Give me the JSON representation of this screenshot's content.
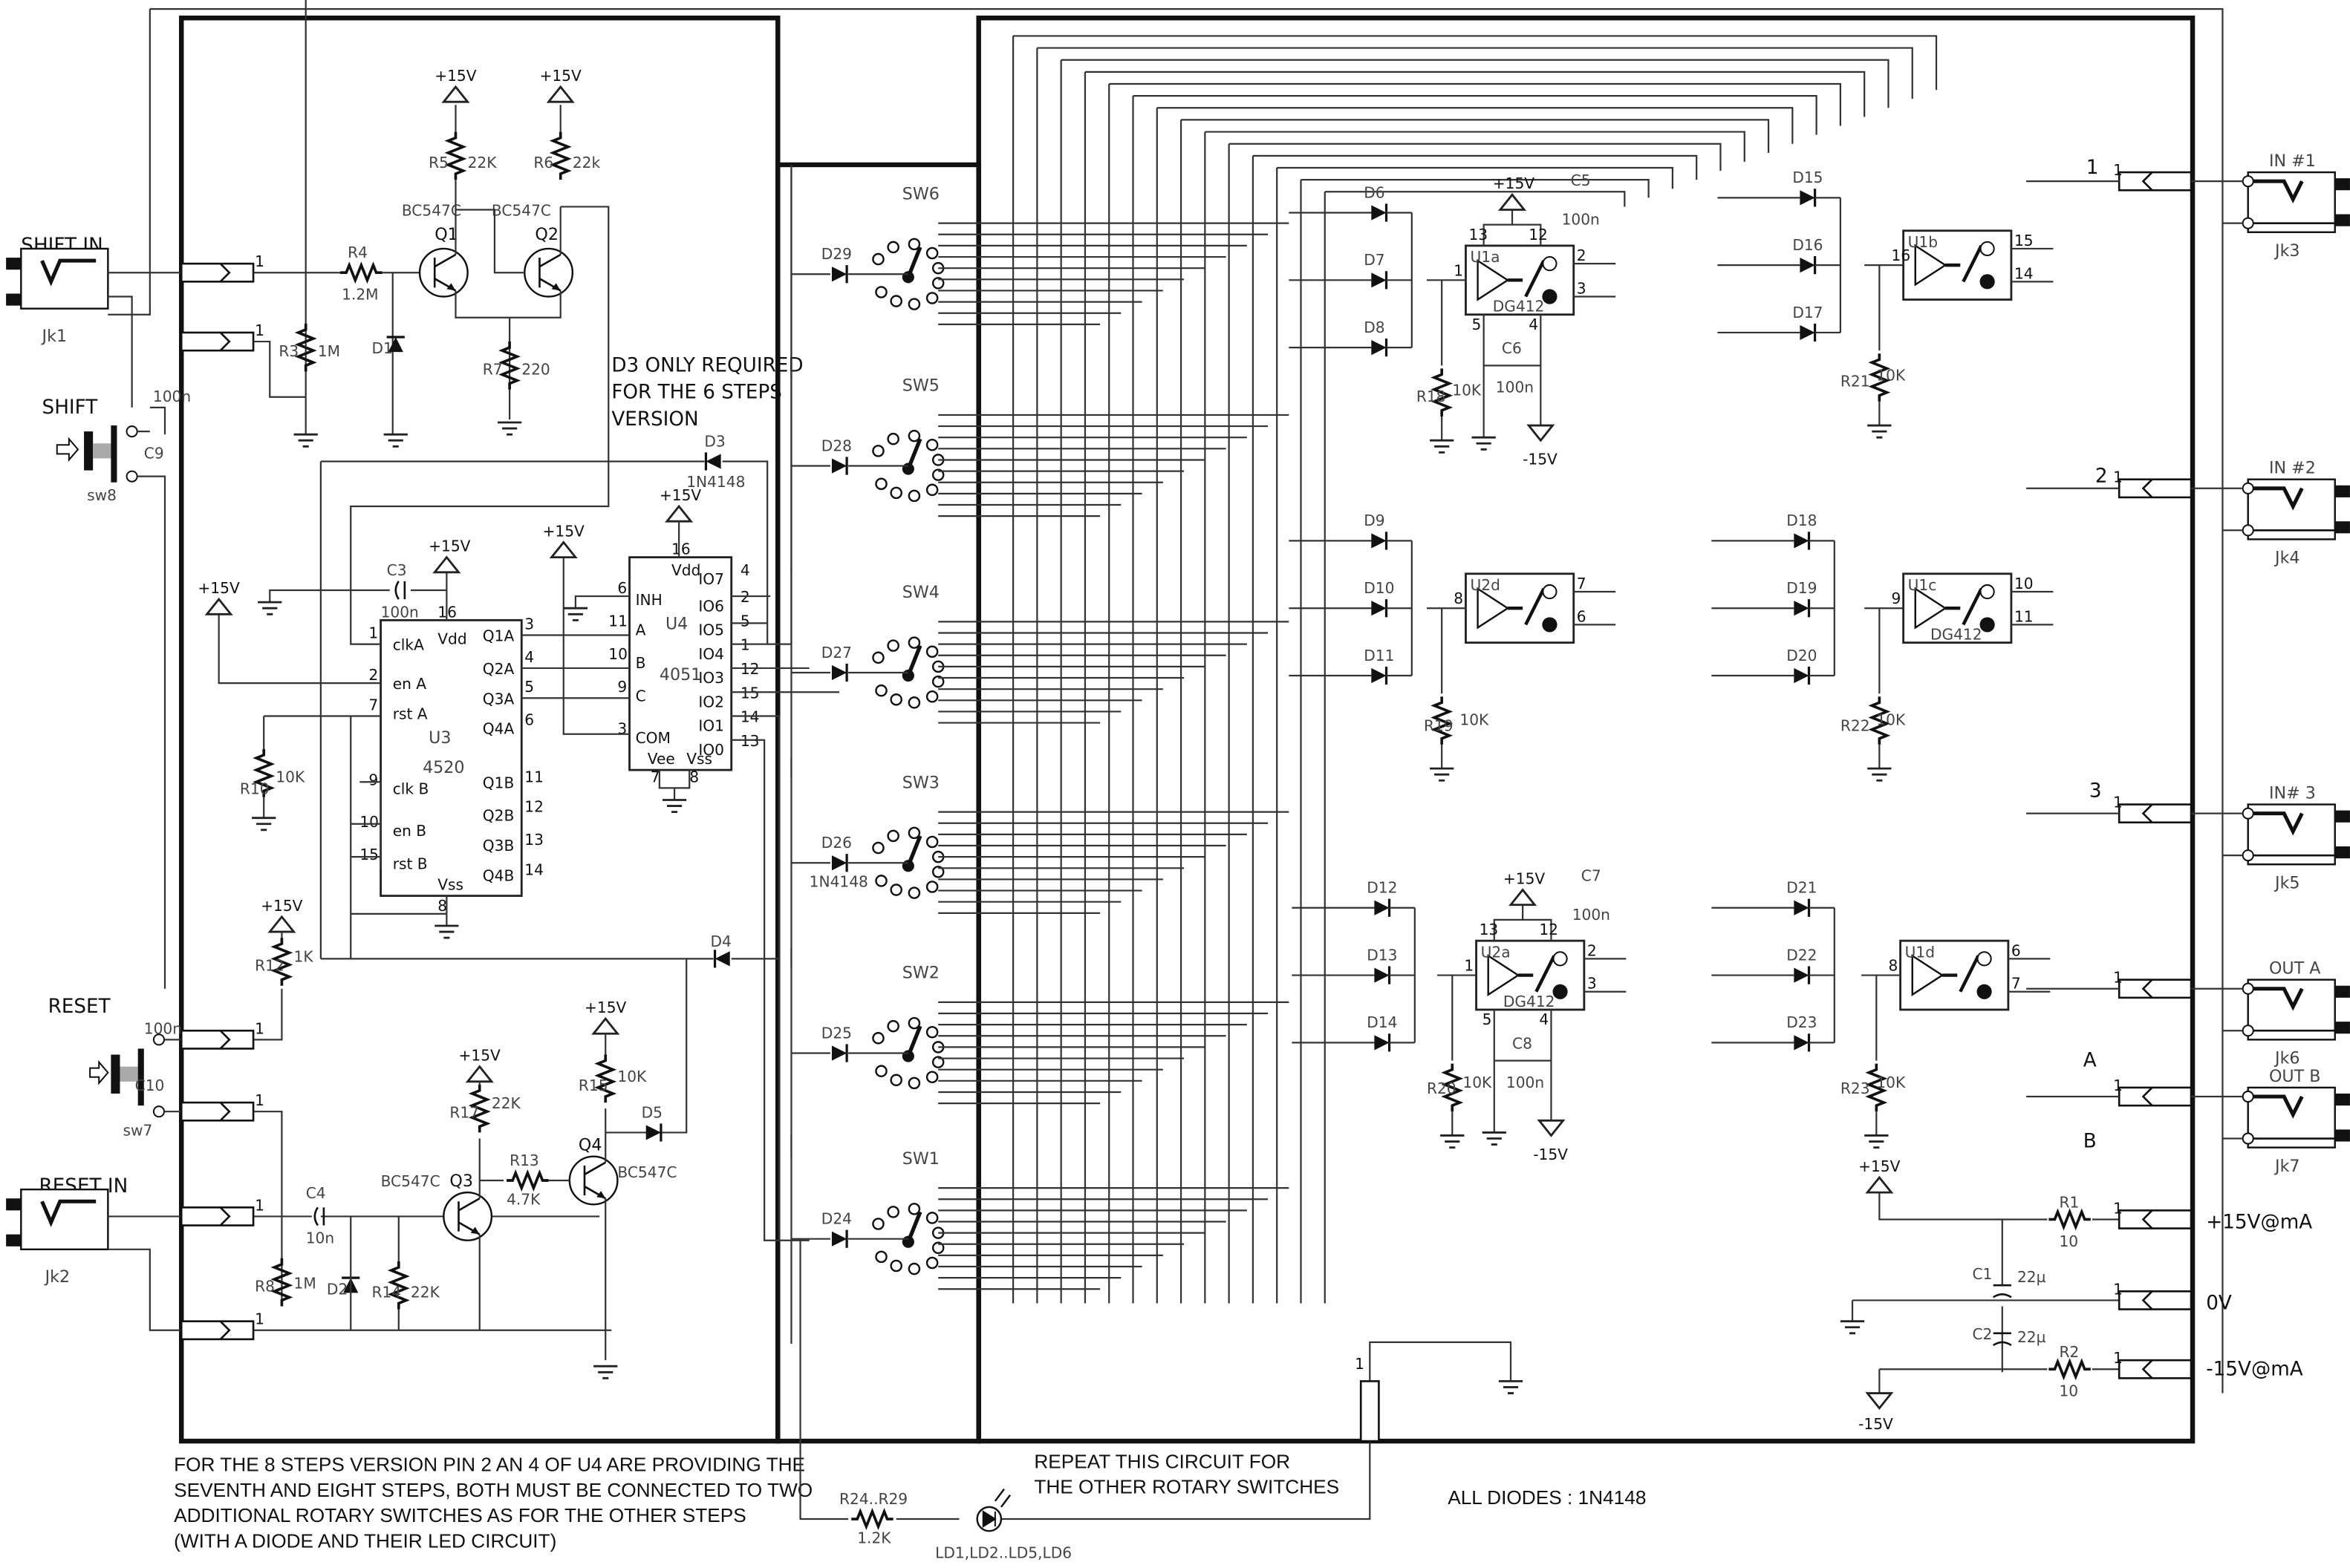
{
  "title_labels": {
    "shift_in": "SHIFT IN",
    "shift": "SHIFT",
    "reset": "RESET",
    "reset_in": "RESET IN"
  },
  "jacks": [
    {
      "ref": "Jk1",
      "label": "SHIFT IN"
    },
    {
      "ref": "Jk2",
      "label": "RESET IN"
    },
    {
      "ref": "Jk3",
      "label": "IN #1"
    },
    {
      "ref": "Jk4",
      "label": "IN #2"
    },
    {
      "ref": "Jk5",
      "label": "IN# 3"
    },
    {
      "ref": "Jk6",
      "label": "OUT A"
    },
    {
      "ref": "Jk7",
      "label": "OUT B"
    }
  ],
  "switches": {
    "sw8": "sw8",
    "sw7": "sw7",
    "rotary": [
      "SW6",
      "SW5",
      "SW4",
      "SW3",
      "SW2",
      "SW1"
    ]
  },
  "transistors": [
    {
      "ref": "Q1",
      "part": "BC547C"
    },
    {
      "ref": "Q2",
      "part": "BC547C"
    },
    {
      "ref": "Q3",
      "part": "BC547C"
    },
    {
      "ref": "Q4",
      "part": "BC547C"
    }
  ],
  "resistors": [
    {
      "ref": "R1",
      "value": "10"
    },
    {
      "ref": "R2",
      "value": "10"
    },
    {
      "ref": "R3",
      "value": "1M"
    },
    {
      "ref": "R4",
      "value": "1.2M"
    },
    {
      "ref": "R5",
      "value": "22K"
    },
    {
      "ref": "R6",
      "value": "22k"
    },
    {
      "ref": "R7",
      "value": "220"
    },
    {
      "ref": "R8",
      "value": "1M"
    },
    {
      "ref": "R10",
      "value": "10K"
    },
    {
      "ref": "R12",
      "value": "1K"
    },
    {
      "ref": "R13",
      "value": "4.7K"
    },
    {
      "ref": "R14",
      "value": "22K"
    },
    {
      "ref": "R15",
      "value": "10K"
    },
    {
      "ref": "R17",
      "value": "22K"
    },
    {
      "ref": "R18",
      "value": "10K"
    },
    {
      "ref": "R19",
      "value": "10K"
    },
    {
      "ref": "R20",
      "value": "10K"
    },
    {
      "ref": "R21",
      "value": "10K"
    },
    {
      "ref": "R22",
      "value": "10K"
    },
    {
      "ref": "R23",
      "value": "10K"
    },
    {
      "ref": "R24..R29",
      "value": "1.2K"
    }
  ],
  "capacitors": [
    {
      "ref": "C1",
      "value": "22µ"
    },
    {
      "ref": "C2",
      "value": "22µ"
    },
    {
      "ref": "C3",
      "value": "100n"
    },
    {
      "ref": "C4",
      "value": "10n"
    },
    {
      "ref": "C5",
      "value": "100n"
    },
    {
      "ref": "C6",
      "value": "100n"
    },
    {
      "ref": "C7",
      "value": "100n"
    },
    {
      "ref": "C8",
      "value": "100n"
    },
    {
      "ref": "C9",
      "value": "100n"
    },
    {
      "ref": "C10",
      "value": "100n"
    }
  ],
  "diodes": {
    "D1": "D1",
    "D2": "D2",
    "D3": "D3",
    "D3_part": "1N4148",
    "D4": "D4",
    "D5": "D5",
    "group_u1a": [
      "D6",
      "D7",
      "D8"
    ],
    "group_u2d": [
      "D9",
      "D10",
      "D11"
    ],
    "group_u2a": [
      "D12",
      "D13",
      "D14"
    ],
    "group_u1b": [
      "D15",
      "D16",
      "D17"
    ],
    "group_u1c": [
      "D18",
      "D19",
      "D20"
    ],
    "group_u1d": [
      "D21",
      "D22",
      "D23"
    ],
    "switch_diodes": [
      "D29",
      "D28",
      "D27",
      "D26",
      "D25",
      "D24"
    ],
    "d26_part": "1N4148"
  },
  "leds": "LD1,LD2..LD5,LD6",
  "ics": {
    "u3": {
      "ref": "U3",
      "part": "4520",
      "left_pins": [
        {
          "num": "1",
          "name": "clkA"
        },
        {
          "num": "2",
          "name": "en A"
        },
        {
          "num": "7",
          "name": "rst  A"
        },
        {
          "num": "9",
          "name": "clk  B"
        },
        {
          "num": "10",
          "name": "en B"
        },
        {
          "num": "15",
          "name": "rst  B"
        }
      ],
      "right_pins": [
        {
          "num": "3",
          "name": "Q1A"
        },
        {
          "num": "4",
          "name": "Q2A"
        },
        {
          "num": "5",
          "name": "Q3A"
        },
        {
          "num": "6",
          "name": "Q4A"
        },
        {
          "num": "11",
          "name": "Q1B"
        },
        {
          "num": "12",
          "name": "Q2B"
        },
        {
          "num": "13",
          "name": "Q3B"
        },
        {
          "num": "14",
          "name": "Q4B"
        }
      ],
      "vdd": "Vdd",
      "vdd_pin": "16",
      "vss": "Vss",
      "vss_pin": "8"
    },
    "u4": {
      "ref": "U4",
      "part": "4051",
      "left_pins": [
        {
          "num": "6",
          "name": "INH"
        },
        {
          "num": "11",
          "name": "A"
        },
        {
          "num": "10",
          "name": "B"
        },
        {
          "num": "9",
          "name": "C"
        },
        {
          "num": "3",
          "name": "COM"
        }
      ],
      "right_pins": [
        {
          "num": "4",
          "name": "IO7"
        },
        {
          "num": "2",
          "name": "IO6"
        },
        {
          "num": "5",
          "name": "IO5"
        },
        {
          "num": "1",
          "name": "IO4"
        },
        {
          "num": "12",
          "name": "IO3"
        },
        {
          "num": "15",
          "name": "IO2"
        },
        {
          "num": "14",
          "name": "IO1"
        },
        {
          "num": "13",
          "name": "IO0"
        }
      ],
      "vdd": "Vdd",
      "vdd_pin": "16",
      "vee": "Vee",
      "vee_pin": "7",
      "vss": "Vss",
      "vss_pin": "8"
    },
    "dg412": [
      {
        "ref": "U1a",
        "part": "DG412",
        "in": "1",
        "no": "2",
        "nc": "3",
        "extra": [
          "13",
          "12",
          "5",
          "4"
        ]
      },
      {
        "ref": "U2d",
        "part": "",
        "in": "8",
        "no": "7",
        "nc": "6"
      },
      {
        "ref": "U2a",
        "part": "DG412",
        "in": "1",
        "no": "2",
        "nc": "3",
        "extra": [
          "13",
          "12",
          "5",
          "4"
        ]
      },
      {
        "ref": "U1b",
        "part": "",
        "in": "16",
        "no": "15",
        "nc": "14"
      },
      {
        "ref": "U1c",
        "part": "DG412",
        "in": "9",
        "no": "10",
        "nc": "11"
      },
      {
        "ref": "U1d",
        "part": "",
        "in": "8",
        "no": "6",
        "nc": "7"
      }
    ]
  },
  "rails": {
    "pos": "+15V",
    "neg": "-15V"
  },
  "connector_pin": "1",
  "bus_labels": {
    "n1": "1",
    "n2": "2",
    "n3": "3",
    "a": "A",
    "b": "B"
  },
  "power_connector": {
    "pos": "+15V@mA",
    "zero": "0V",
    "neg": "-15V@mA"
  },
  "notes": {
    "d3_note": [
      "D3 ONLY REQUIRED",
      "FOR THE 6 STEPS",
      "VERSION"
    ],
    "eight_steps": [
      "FOR THE 8 STEPS VERSION PIN 2 AN 4 OF U4 ARE PROVIDING THE",
      "SEVENTH AND EIGHT STEPS, BOTH MUST BE CONNECTED TO TWO",
      "ADDITIONAL ROTARY SWITCHES AS FOR THE OTHER STEPS",
      "(WITH A DIODE AND THEIR LED CIRCUIT)"
    ],
    "repeat": [
      "REPEAT THIS CIRCUIT FOR",
      "THE OTHER ROTARY SWITCHES"
    ],
    "all_diodes": "ALL DIODES : 1N4148"
  },
  "colors": {
    "ink": "#111111",
    "wire": "#333333",
    "background": "#ffffff"
  }
}
